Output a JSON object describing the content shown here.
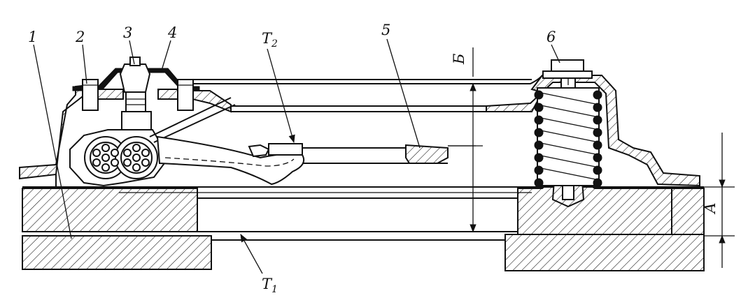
{
  "labels": {
    "l1": "1",
    "l2": "2",
    "l3": "3",
    "l4": "4",
    "l5": "5",
    "l6": "6",
    "t2_main": "T",
    "t2_sub": "2",
    "t1_main": "T",
    "t1_sub": "1",
    "dim_b": "Б",
    "dim_a": "А"
  }
}
